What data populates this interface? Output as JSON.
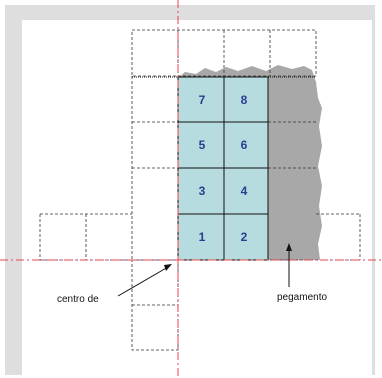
{
  "diagram": {
    "cells": [
      {
        "label": "1"
      },
      {
        "label": "2"
      },
      {
        "label": "3"
      },
      {
        "label": "4"
      },
      {
        "label": "5"
      },
      {
        "label": "6"
      },
      {
        "label": "7"
      },
      {
        "label": "8"
      }
    ],
    "labels": {
      "centro": "centro de",
      "pegamento": "pegamento"
    },
    "colors": {
      "cell_fill": "#b6dce0",
      "shadow": "#a3a3a3",
      "panel": "#dcdcdc",
      "guide": "#e8454b",
      "number": "#2a3d8f"
    }
  }
}
